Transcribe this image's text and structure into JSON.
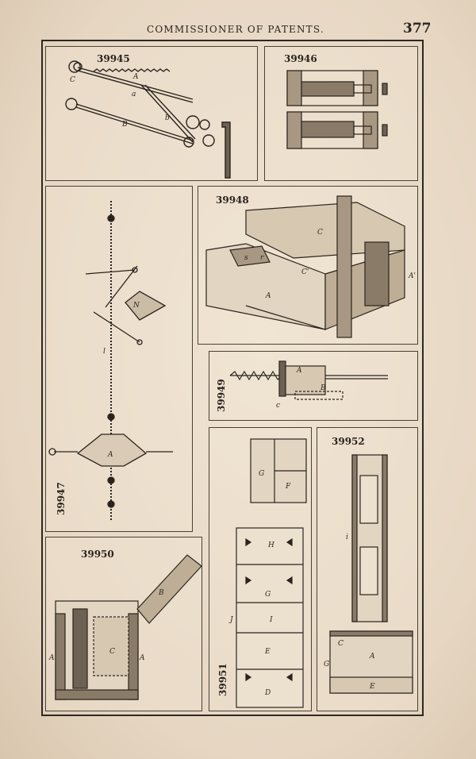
{
  "header": {
    "running_title": "COMMISSIONER OF PATENTS.",
    "page_number": "377"
  },
  "figures": [
    {
      "number": "39945",
      "labels": [
        "A",
        "a",
        "b",
        "B",
        "C"
      ]
    },
    {
      "number": "39946",
      "labels": []
    },
    {
      "number": "39947",
      "labels": [
        "N",
        "l",
        "A"
      ]
    },
    {
      "number": "39948",
      "labels": [
        "C",
        "C'",
        "A",
        "A'",
        "s",
        "r"
      ]
    },
    {
      "number": "39949",
      "labels": [
        "A",
        "B",
        "c"
      ]
    },
    {
      "number": "39950",
      "labels": [
        "B",
        "C",
        "A",
        "A"
      ]
    },
    {
      "number": "39951",
      "labels": [
        "G",
        "F",
        "H",
        "G",
        "J",
        "I",
        "E",
        "D"
      ]
    },
    {
      "number": "39952",
      "labels": [
        "i",
        "C",
        "A",
        "G",
        "E"
      ]
    }
  ]
}
